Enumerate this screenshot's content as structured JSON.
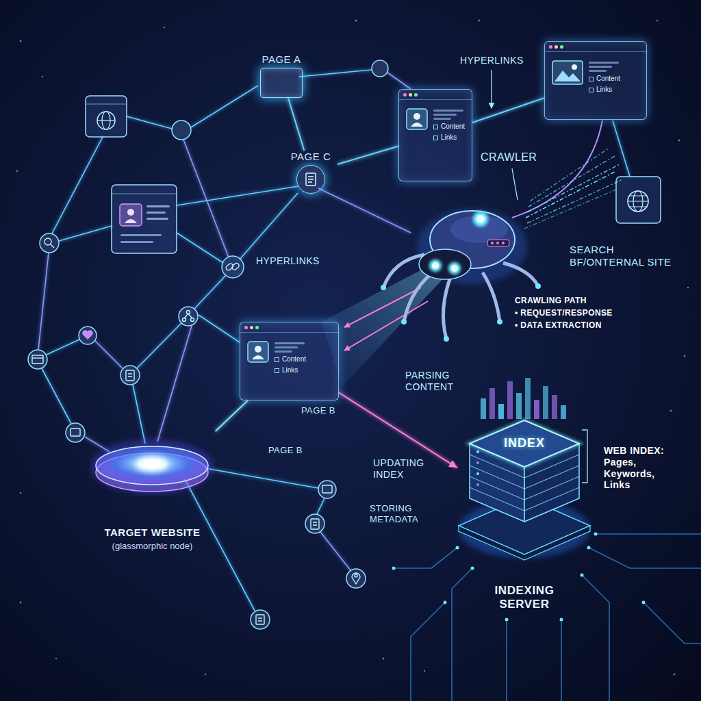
{
  "diagram": {
    "nodes": [
      {
        "text": [
          "PAGE A"
        ]
      },
      {
        "text": [
          "Content",
          "Links"
        ]
      },
      {
        "text": [
          "Content",
          "Links"
        ]
      },
      {
        "text": [
          "PAGE C"
        ]
      },
      {
        "text": [
          "Content",
          "Links"
        ]
      },
      {
        "text": [
          "TARGET WEBSITE",
          "(glassmorphic node)"
        ]
      },
      {
        "text": [
          "INDEX",
          "INDEXING SERVER"
        ]
      }
    ],
    "edges": [
      {
        "from": 0,
        "to": 3,
        "arrow": "none"
      },
      {
        "from": 3,
        "to": 2,
        "arrow": "none"
      },
      {
        "from": 2,
        "to": 1,
        "arrow": "none"
      },
      {
        "from": 5,
        "to": 4,
        "arrow": "none"
      },
      {
        "from": 4,
        "to": 6,
        "arrow": "to"
      }
    ],
    "labels": [
      "HYPERLINKS",
      "CRAWLER",
      "SEARCH BF/ONTERNAL SITE",
      "HYPERLINKS",
      "CRAWLING PATH",
      "• REQUEST/RESPONSE",
      "• DATA EXTRACTION",
      "PAGE B",
      "PARSING CONTENT",
      "PAGE B",
      "UPDATING INDEX",
      "STORING METADATA",
      "WEB INDEX: Pages, Keywords, Links"
    ]
  }
}
